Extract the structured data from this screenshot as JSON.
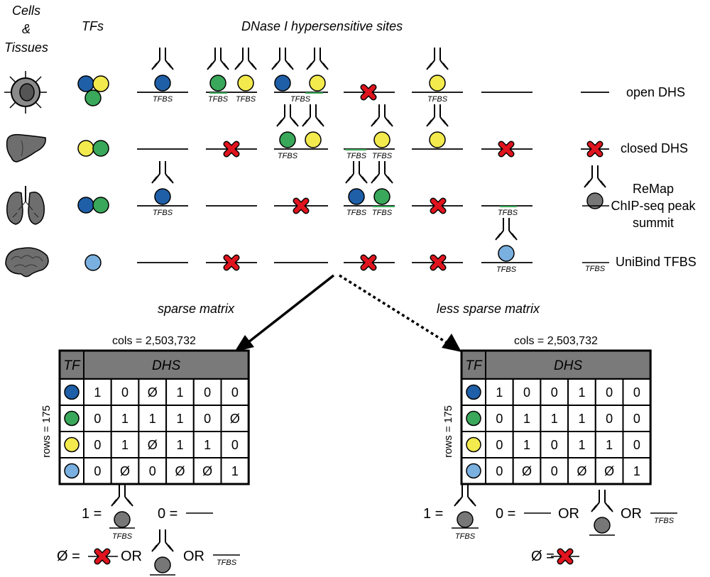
{
  "headers": {
    "cells_line1": "Cells",
    "cells_line2": "&",
    "cells_line3": "Tissues",
    "tfs": "TFs",
    "dhs": "DNase I hypersensitive sites"
  },
  "tissues": [
    {
      "icon": "immune-cell-icon",
      "tf_colors": [
        "#1f5fa8",
        "#f3ea4d",
        "#3aa85a"
      ]
    },
    {
      "icon": "liver-icon",
      "tf_colors": [
        "#f3ea4d",
        "#3aa85a"
      ]
    },
    {
      "icon": "lungs-icon",
      "tf_colors": [
        "#1f5fa8",
        "#3aa85a"
      ]
    },
    {
      "icon": "brain-icon",
      "tf_colors": [
        "#7ab0e0"
      ]
    }
  ],
  "tfbs_label": "TFBS",
  "legend": {
    "open": "open DHS",
    "closed": "closed DHS",
    "remap_line1": "ReMap",
    "remap_line2": "ChIP-seq peak",
    "remap_line3": "summit",
    "unibind": "UniBind TFBS"
  },
  "matrices": [
    {
      "title": "sparse matrix",
      "cols": "cols = 2,503,732",
      "rows": "rows = 175",
      "header_tf": "TF",
      "header_dhs": "DHS",
      "row_colors": [
        "#1f5fa8",
        "#3aa85a",
        "#f3ea4d",
        "#7ab0e0"
      ],
      "cells": [
        [
          "1",
          "0",
          "Ø",
          "1",
          "0",
          "0"
        ],
        [
          "0",
          "1",
          "1",
          "1",
          "0",
          "Ø"
        ],
        [
          "0",
          "1",
          "Ø",
          "1",
          "1",
          "0"
        ],
        [
          "0",
          "Ø",
          "0",
          "Ø",
          "Ø",
          "1"
        ]
      ]
    },
    {
      "title": "less sparse matrix",
      "cols": "cols = 2,503,732",
      "rows": "rows = 175",
      "header_tf": "TF",
      "header_dhs": "DHS",
      "row_colors": [
        "#1f5fa8",
        "#3aa85a",
        "#f3ea4d",
        "#7ab0e0"
      ],
      "cells": [
        [
          "1",
          "0",
          "0",
          "1",
          "0",
          "0"
        ],
        [
          "0",
          "1",
          "1",
          "1",
          "0",
          "0"
        ],
        [
          "0",
          "1",
          "0",
          "1",
          "1",
          "0"
        ],
        [
          "0",
          "Ø",
          "0",
          "Ø",
          "Ø",
          "1"
        ]
      ]
    }
  ],
  "key": {
    "one": "1 =",
    "zero": "0 =",
    "null": "Ø =",
    "or": "OR"
  },
  "colors": {
    "blue": "#1f5fa8",
    "green": "#3aa85a",
    "yellow": "#f3ea4d",
    "lightblue": "#7ab0e0",
    "red": "#e0141e",
    "gray": "#777777",
    "header_gray": "#7a7a7a"
  }
}
